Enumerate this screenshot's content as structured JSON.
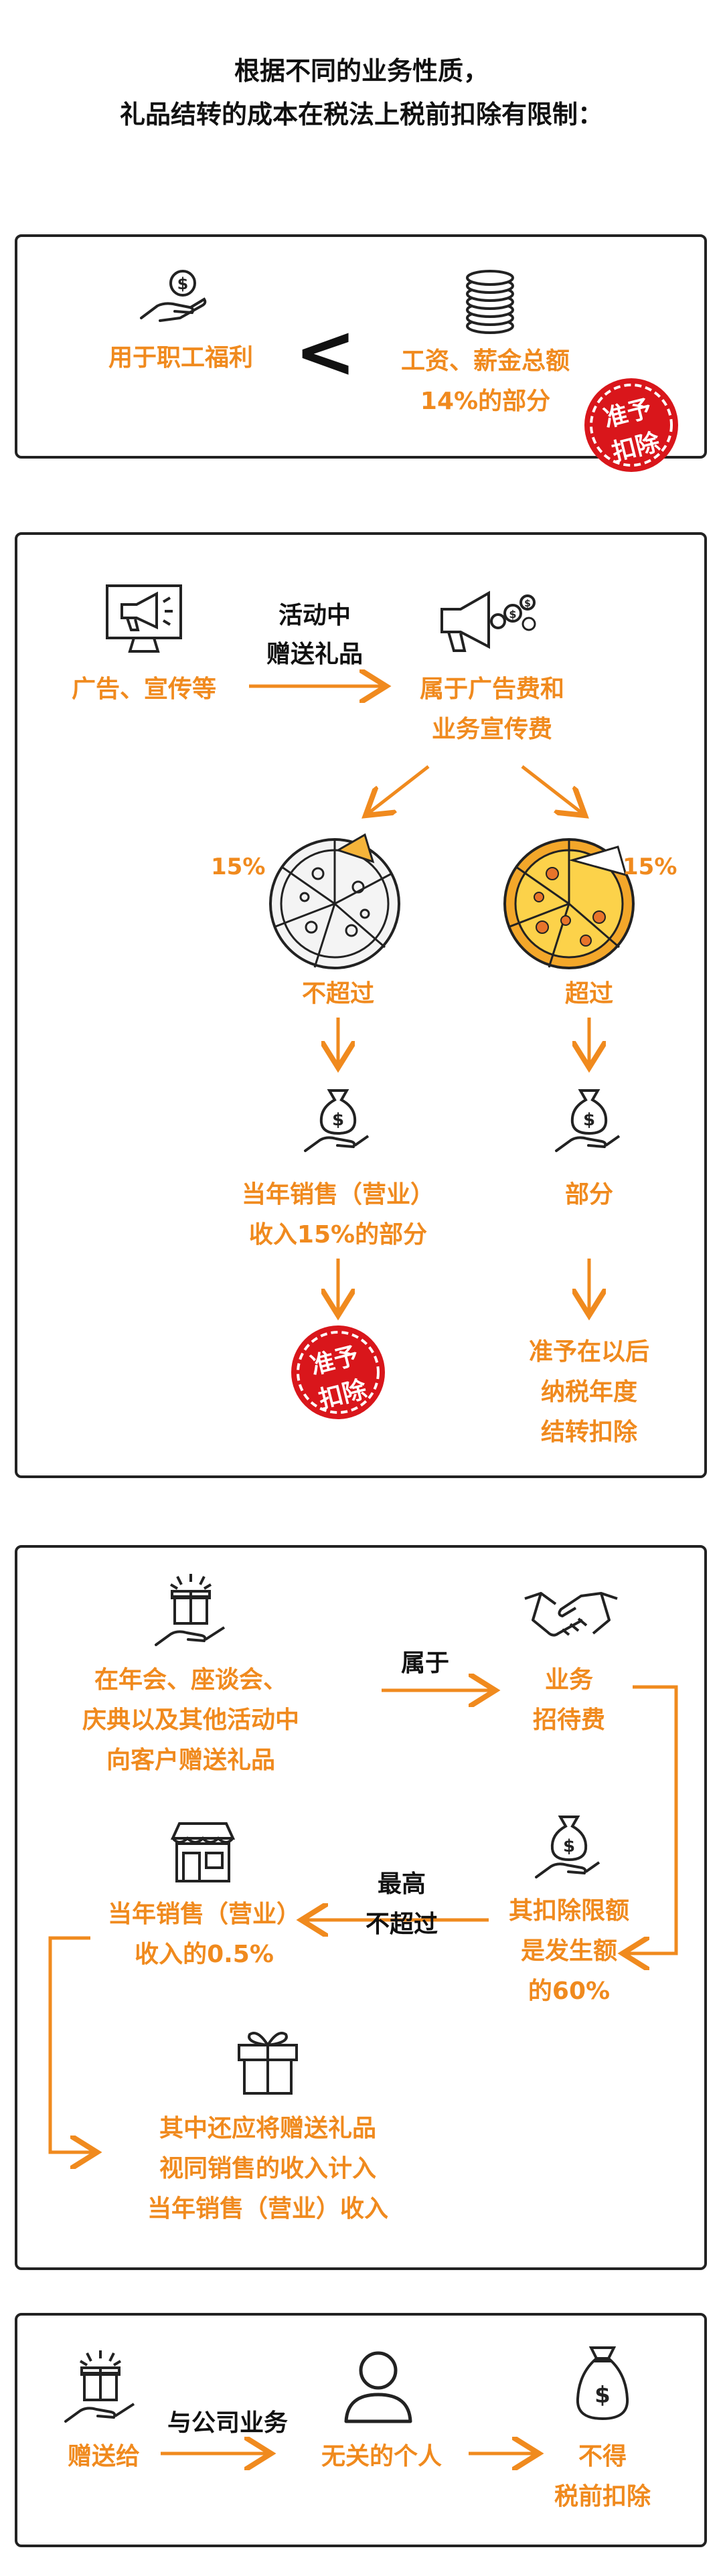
{
  "header": {
    "line1": "根据不同的业务性质，",
    "line2": "礼品结转的成本在税法上税前扣除有限制："
  },
  "section1": {
    "left_label": "用于职工福利",
    "comparator": "<",
    "right_line1": "工资、薪金总额",
    "right_line2": "14%的部分",
    "stamp_line1": "准予",
    "stamp_line2": "扣除"
  },
  "section2": {
    "source_label": "广告、宣传等",
    "arrow_line1": "活动中",
    "arrow_line2": "赠送礼品",
    "target_line1": "属于广告费和",
    "target_line2": "业务宣传费",
    "left_percent": "15%",
    "right_percent": "15%",
    "left_branch": "不超过",
    "right_branch": "超过",
    "left_result_line1": "当年销售（营业）",
    "left_result_line2": "收入15%的部分",
    "right_result": "部分",
    "right_final_line1": "准予在以后",
    "right_final_line2": "纳税年度",
    "right_final_line3": "结转扣除",
    "stamp_line1": "准予",
    "stamp_line2": "扣除"
  },
  "section3": {
    "gift_line1": "在年会、座谈会、",
    "gift_line2": "庆典以及其他活动中",
    "gift_line3": "向客户赠送礼品",
    "arrow_label": "属于",
    "hospitality_line1": "业务",
    "hospitality_line2": "招待费",
    "limit_line1": "其扣除限额",
    "limit_line2": "是发生额",
    "limit_line3": "的60%",
    "cap_line1": "最高",
    "cap_line2": "不超过",
    "sales_line1": "当年销售（营业）",
    "sales_line2": "收入的0.5%",
    "note_line1": "其中还应将赠送礼品",
    "note_line2": "视同销售的收入计入",
    "note_line3": "当年销售（营业）收入"
  },
  "section4": {
    "give_label": "赠送给",
    "relation_label": "与公司业务",
    "person_label": "无关的个人",
    "result_line1": "不得",
    "result_line2": "税前扣除"
  },
  "colors": {
    "accent": "#f08a1e",
    "stamp": "#d9161b",
    "border": "#222222"
  },
  "icons": [
    "hand-coin-icon",
    "coin-stack-icon",
    "monitor-megaphone-icon",
    "megaphone-coins-icon",
    "pizza-icon",
    "pizza-color-icon",
    "money-bag-hand-icon",
    "gift-hand-icon",
    "handshake-icon",
    "store-icon",
    "gift-box-icon",
    "person-icon",
    "money-bag-icon"
  ]
}
